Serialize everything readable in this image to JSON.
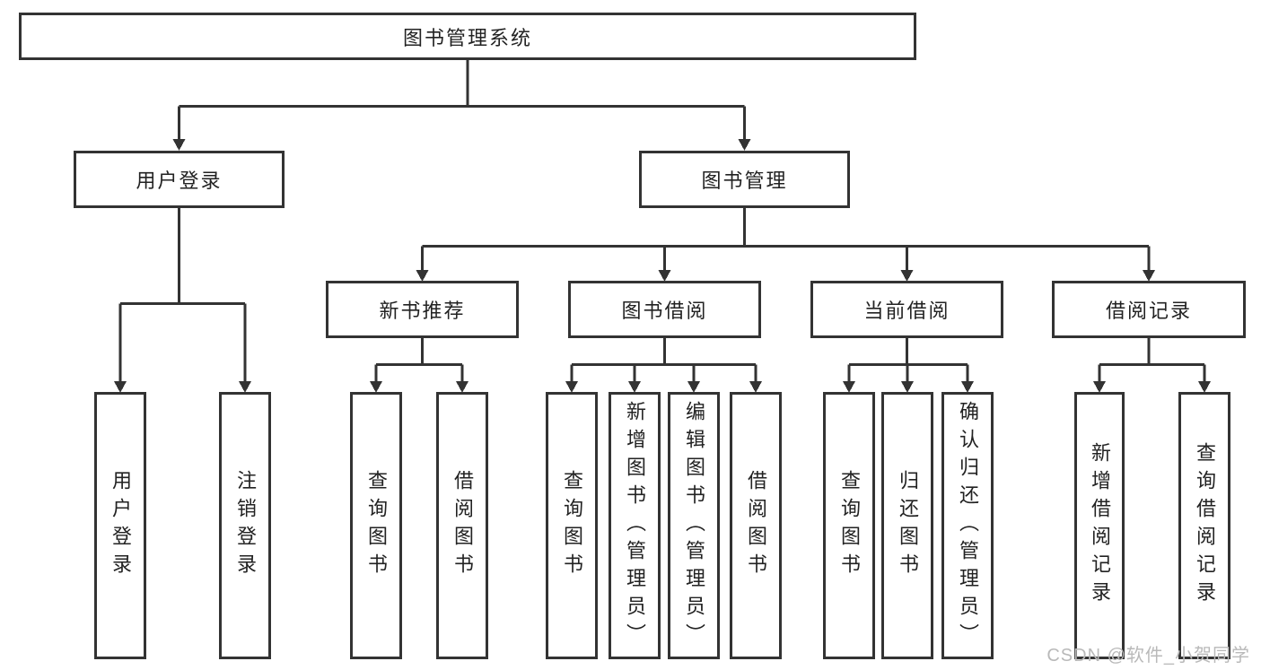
{
  "diagram": {
    "root": {
      "label": "图书管理系统"
    },
    "branches": [
      {
        "label": "用户登录",
        "children": [
          {
            "label": "用户登录"
          },
          {
            "label": "注销登录"
          }
        ]
      },
      {
        "label": "图书管理",
        "children": [
          {
            "label": "新书推荐",
            "children": [
              {
                "label": "查询图书"
              },
              {
                "label": "借阅图书"
              }
            ]
          },
          {
            "label": "图书借阅",
            "children": [
              {
                "label": "查询图书"
              },
              {
                "label": "新增图书（管理员）"
              },
              {
                "label": "编辑图书（管理员）"
              },
              {
                "label": "借阅图书"
              }
            ]
          },
          {
            "label": "当前借阅",
            "children": [
              {
                "label": "查询图书"
              },
              {
                "label": "归还图书"
              },
              {
                "label": "确认归还（管理员）"
              }
            ]
          },
          {
            "label": "借阅记录",
            "children": [
              {
                "label": "新增借阅记录"
              },
              {
                "label": "查询借阅记录"
              }
            ]
          }
        ]
      }
    ]
  },
  "watermark": {
    "text": "CSDN @软件_小贺同学"
  },
  "colors": {
    "line": "#333333",
    "text": "#222222",
    "watermark": "#b9b9b9",
    "background": "#ffffff"
  }
}
